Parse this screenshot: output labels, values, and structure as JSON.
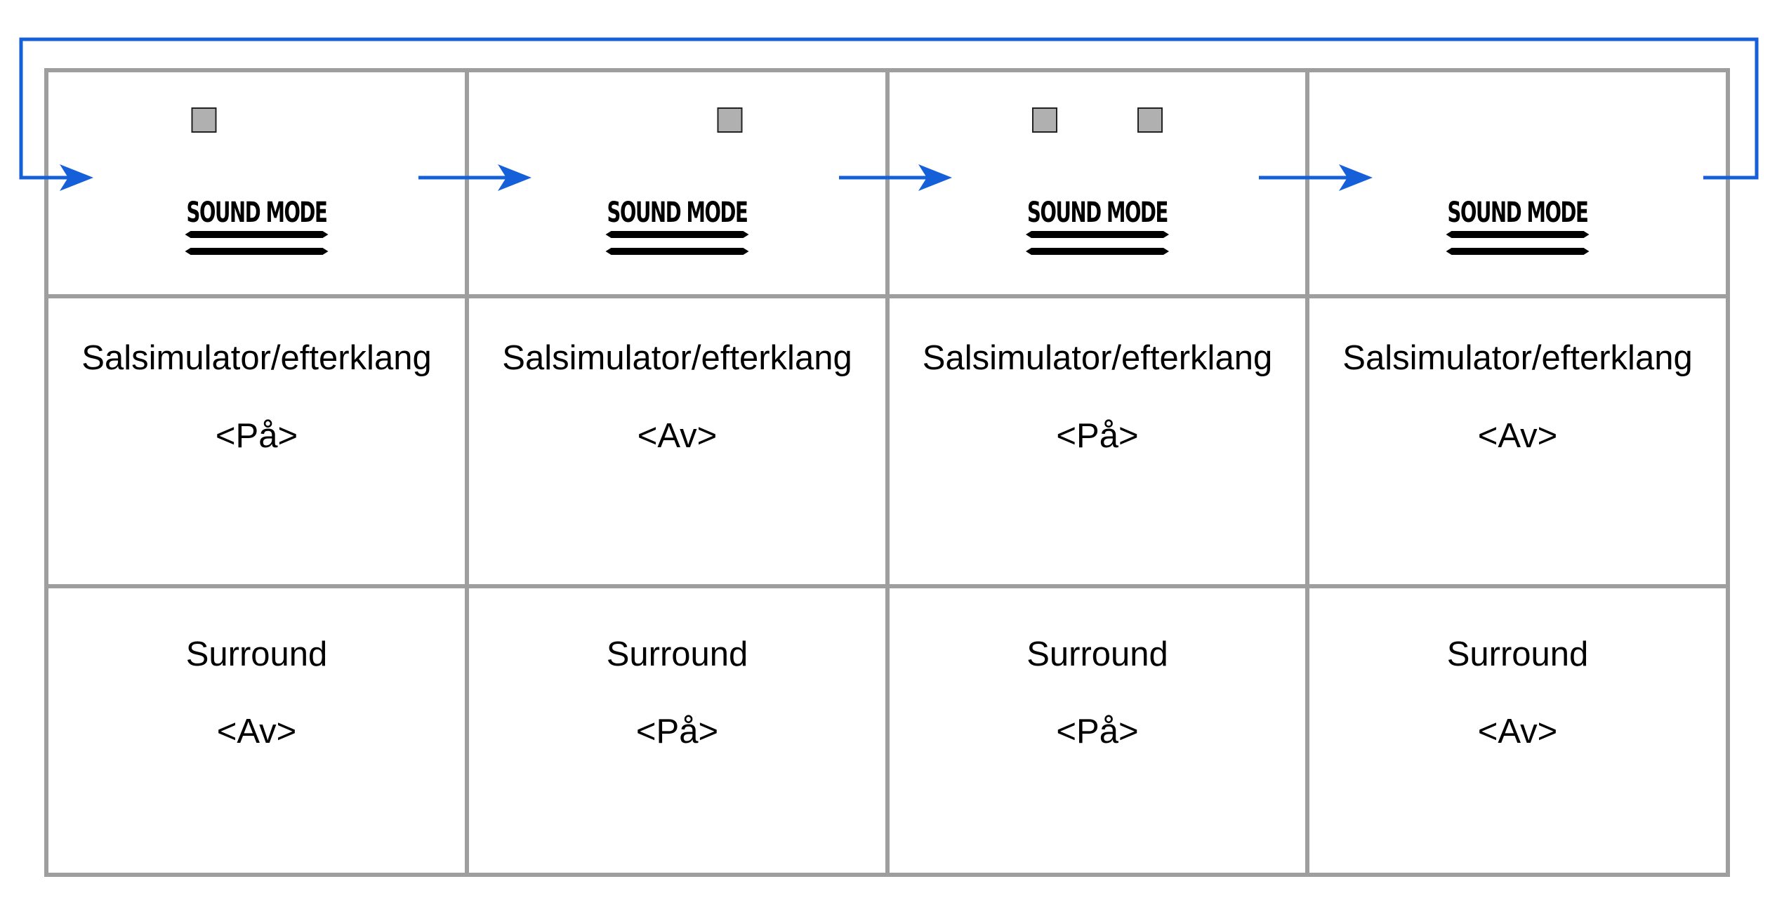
{
  "button_label": "SOUND MODE",
  "colors": {
    "grid": "#9e9e9e",
    "arrow": "#1560d8",
    "indicator_fill": "#b0b0b0",
    "indicator_stroke": "#222222"
  },
  "columns": [
    {
      "indicators": [
        1
      ],
      "row1": {
        "label": "Salsimulator/efterklang",
        "value": "<På>"
      },
      "row2": {
        "label": "Surround",
        "value": "<Av>"
      }
    },
    {
      "indicators": [
        2
      ],
      "row1": {
        "label": "Salsimulator/efterklang",
        "value": "<Av>"
      },
      "row2": {
        "label": "Surround",
        "value": "<På>"
      }
    },
    {
      "indicators": [
        1,
        2
      ],
      "row1": {
        "label": "Salsimulator/efterklang",
        "value": "<På>"
      },
      "row2": {
        "label": "Surround",
        "value": "<På>"
      }
    },
    {
      "indicators": [],
      "row1": {
        "label": "Salsimulator/efterklang",
        "value": "<Av>"
      },
      "row2": {
        "label": "Surround",
        "value": "<Av>"
      }
    }
  ]
}
